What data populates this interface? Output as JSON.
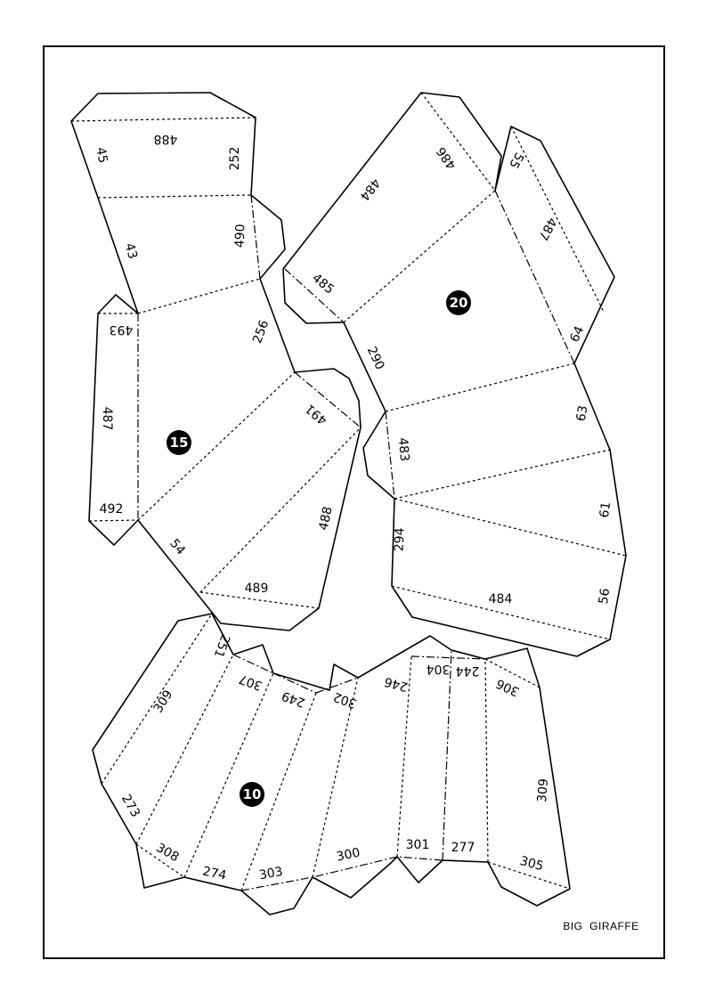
{
  "caption": "BIG  GIRAFFE",
  "pieces": [
    {
      "id": "15",
      "labels": [
        "488",
        "45",
        "252",
        "43",
        "490",
        "493",
        "256",
        "487",
        "491",
        "492",
        "488",
        "54",
        "489"
      ]
    },
    {
      "id": "20",
      "labels": [
        "486",
        "484",
        "55",
        "487",
        "485",
        "64",
        "290",
        "63",
        "483",
        "61",
        "294",
        "484",
        "56"
      ]
    },
    {
      "id": "10",
      "labels": [
        "251",
        "309",
        "307",
        "249",
        "302",
        "246",
        "304",
        "244",
        "306",
        "273",
        "309",
        "308",
        "274",
        "303",
        "300",
        "301",
        "277",
        "305"
      ]
    }
  ]
}
